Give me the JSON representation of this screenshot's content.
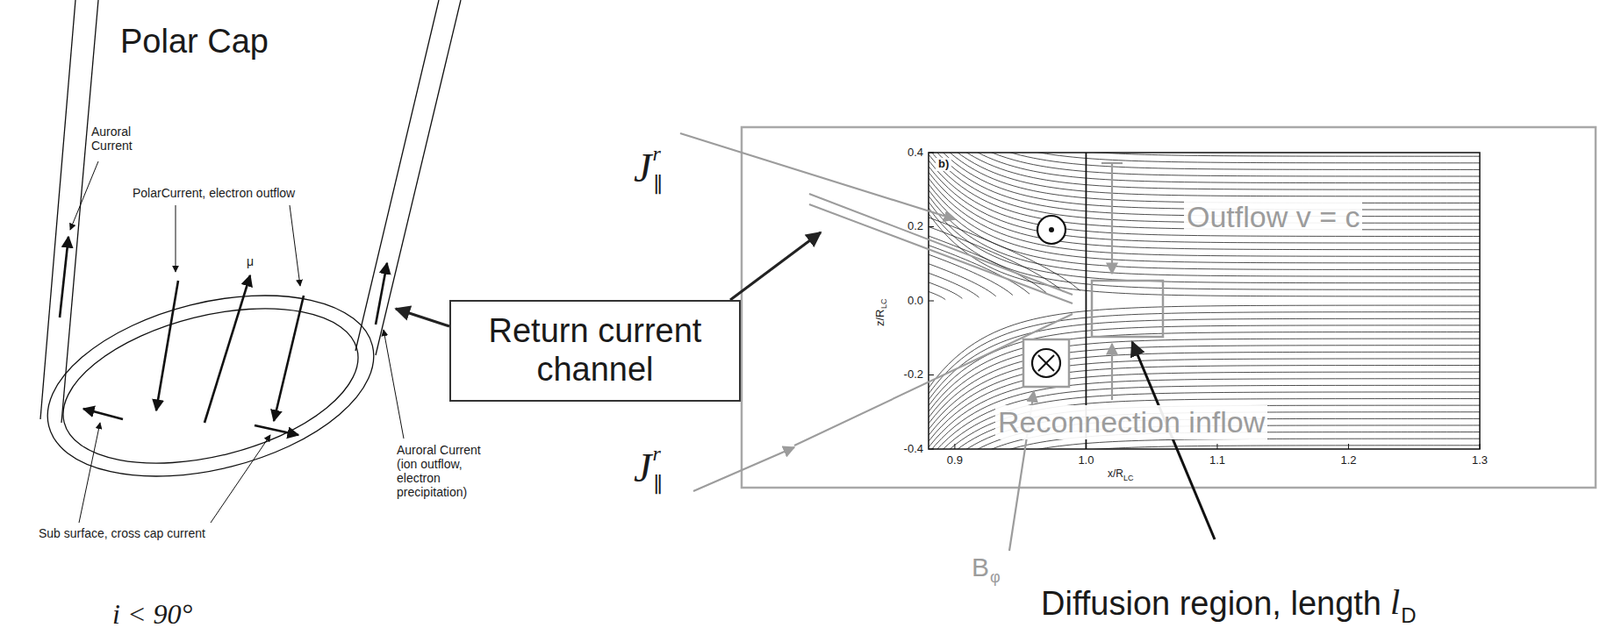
{
  "diagram": {
    "nodes": [
      {
        "text": [
          "Return current channel"
        ]
      }
    ],
    "labels": [
      "Polar Cap",
      "Auroral Current",
      "PolarCurrent, electron outflow",
      "μ",
      "Auroral Current (ion outflow, electron precipitation)",
      "Sub surface, cross cap current",
      "i < 90°",
      "J",
      "r",
      "∥",
      "J",
      "r",
      "∥",
      "b)",
      "0.4",
      "0.2",
      "0.0",
      "-0.2",
      "-0.4",
      "z/R",
      "LC",
      "0.9",
      "1.0",
      "1.1",
      "1.2",
      "1.3",
      "x/R",
      "LC",
      "Outflow v = c",
      "Reconnection inflow",
      "B",
      "φ",
      "Diffusion region, length",
      "l",
      "D"
    ]
  }
}
